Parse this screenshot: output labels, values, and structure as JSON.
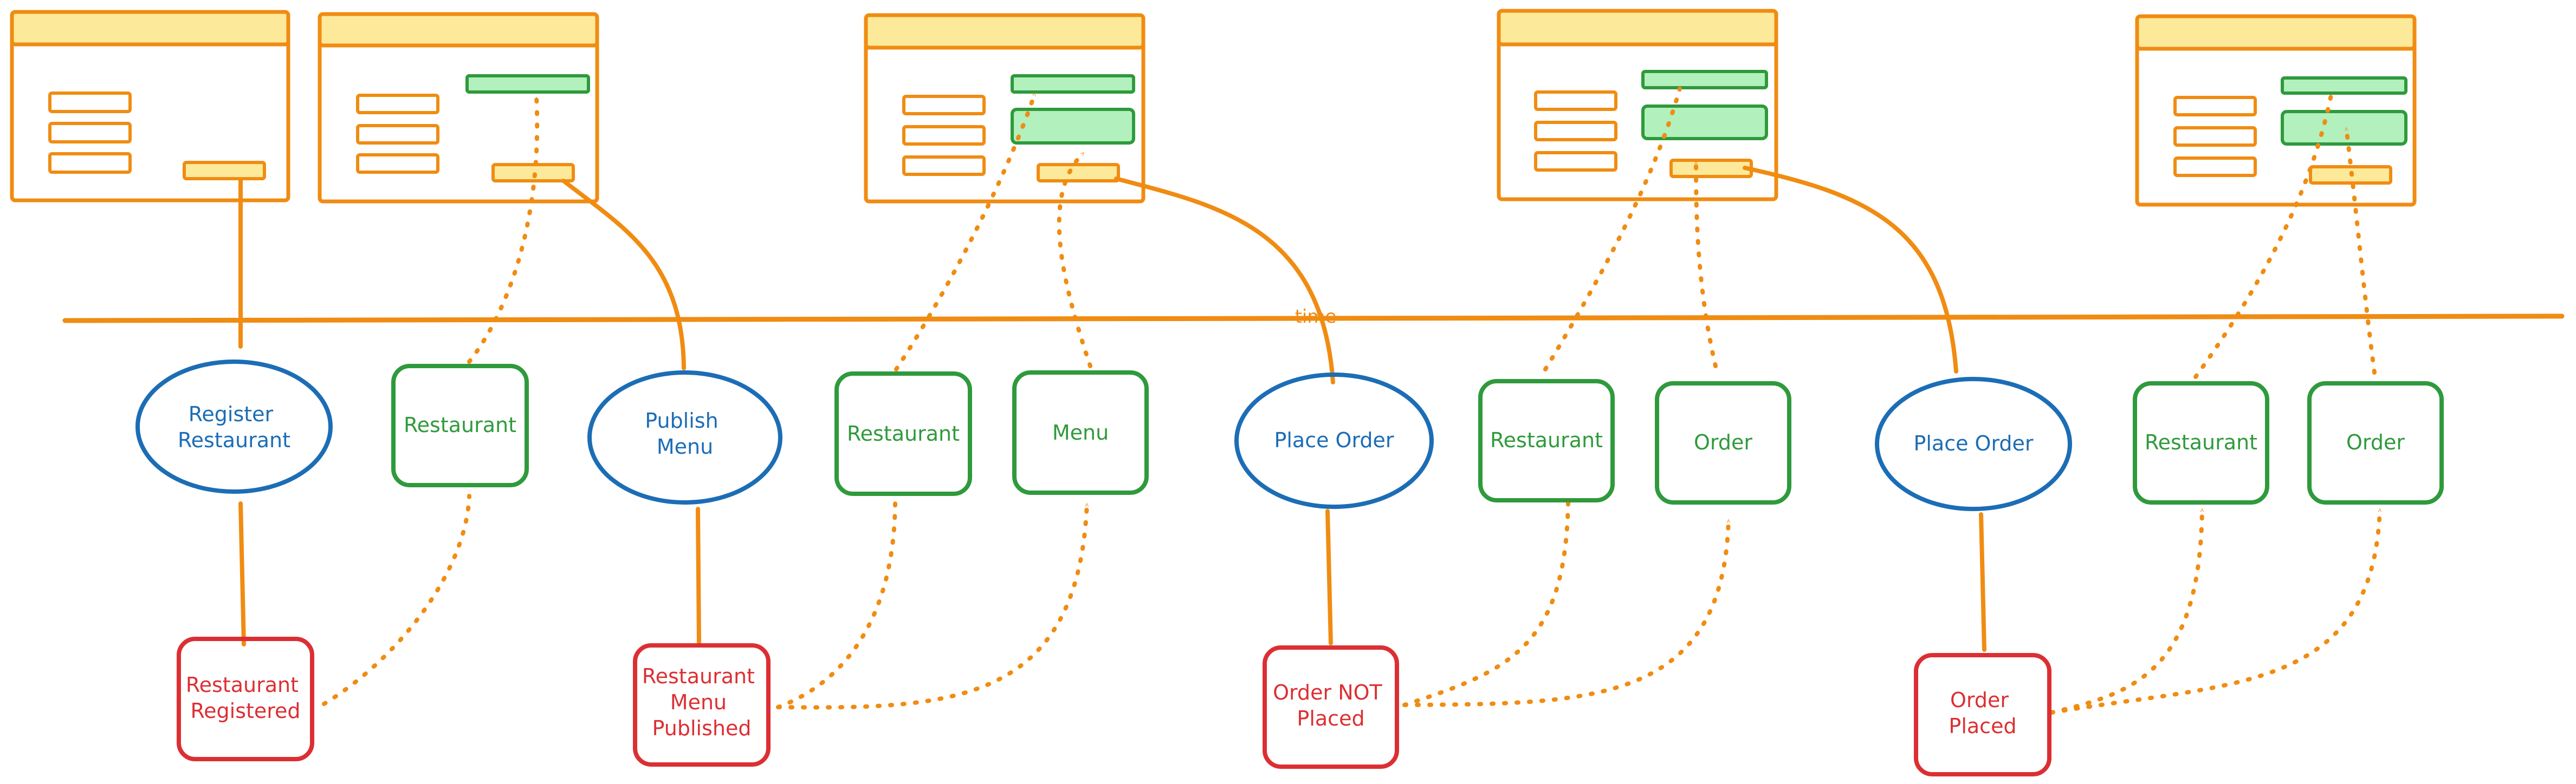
{
  "timeline": {
    "label": "time"
  },
  "colors": {
    "orange": "#f08c12",
    "ui_fill": "#fde99a",
    "green": "#2f9a3c",
    "green_fill": "#b2f0bd",
    "blue": "#1c6db5",
    "red": "#dc2f33"
  },
  "commands": [
    {
      "lines": [
        "Register",
        "Restaurant"
      ]
    },
    {
      "lines": [
        "Publish",
        "Menu"
      ]
    },
    {
      "lines": [
        "Place Order"
      ]
    },
    {
      "lines": [
        "Place Order"
      ]
    }
  ],
  "read_models": [
    {
      "label": "Restaurant"
    },
    {
      "label": "Restaurant"
    },
    {
      "label": "Menu"
    },
    {
      "label": "Restaurant"
    },
    {
      "label": "Order"
    },
    {
      "label": "Restaurant"
    },
    {
      "label": "Order"
    }
  ],
  "events": [
    {
      "lines": [
        "Restaurant",
        "Registered"
      ]
    },
    {
      "lines": [
        "Restaurant",
        "Menu",
        "Published"
      ]
    },
    {
      "lines": [
        "Order NOT",
        "Placed"
      ]
    },
    {
      "lines": [
        "Order",
        "Placed"
      ]
    }
  ]
}
